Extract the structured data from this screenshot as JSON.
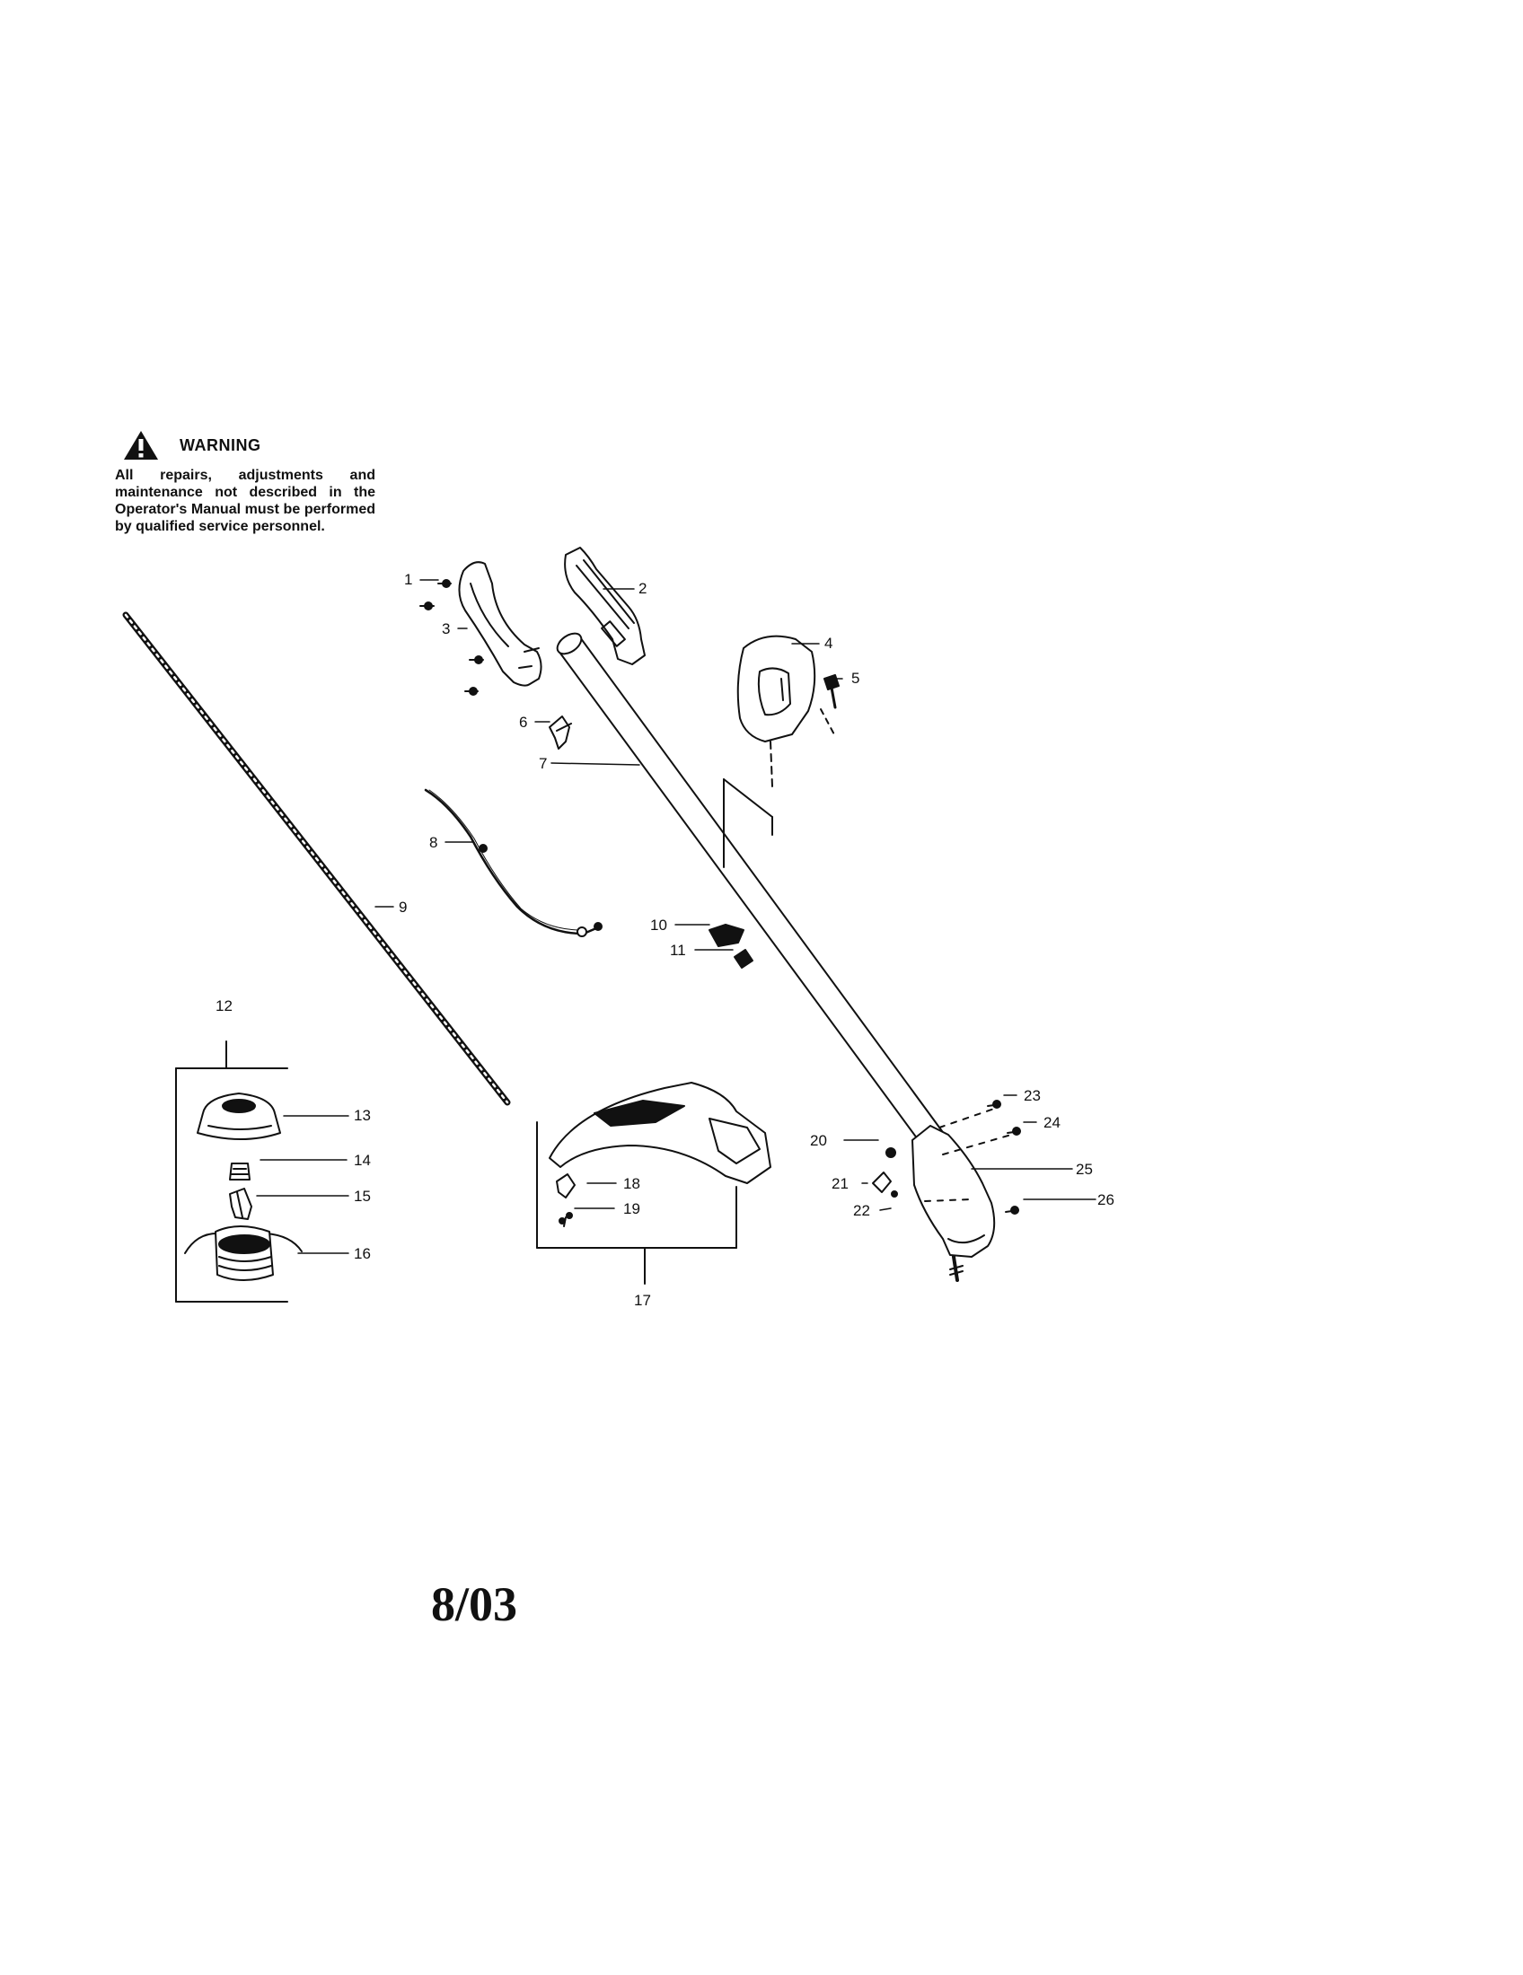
{
  "warning": {
    "icon": "warning-triangle-icon",
    "title": "WARNING",
    "text": "All repairs, adjustments and maintenance not described in the Operator's Manual must be performed by qualified service personnel."
  },
  "parts": [
    "1",
    "2",
    "3",
    "4",
    "5",
    "6",
    "7",
    "8",
    "9",
    "10",
    "11",
    "12",
    "13",
    "14",
    "15",
    "16",
    "17",
    "18",
    "19",
    "20",
    "21",
    "22",
    "23",
    "24",
    "25",
    "26"
  ],
  "footer": {
    "date": "8/03"
  }
}
